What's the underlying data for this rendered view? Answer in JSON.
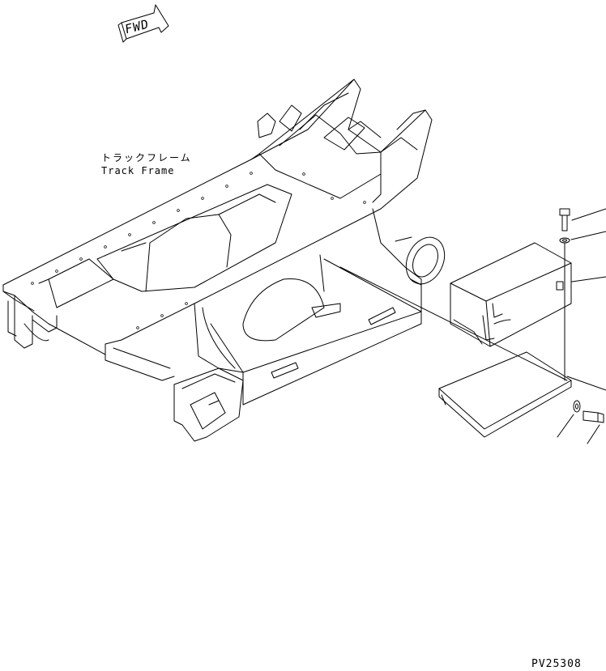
{
  "direction_arrow": {
    "text": "FWD"
  },
  "part_label": {
    "japanese": "トラックフレーム",
    "english": "Track Frame"
  },
  "drawing_code": "PV25308"
}
